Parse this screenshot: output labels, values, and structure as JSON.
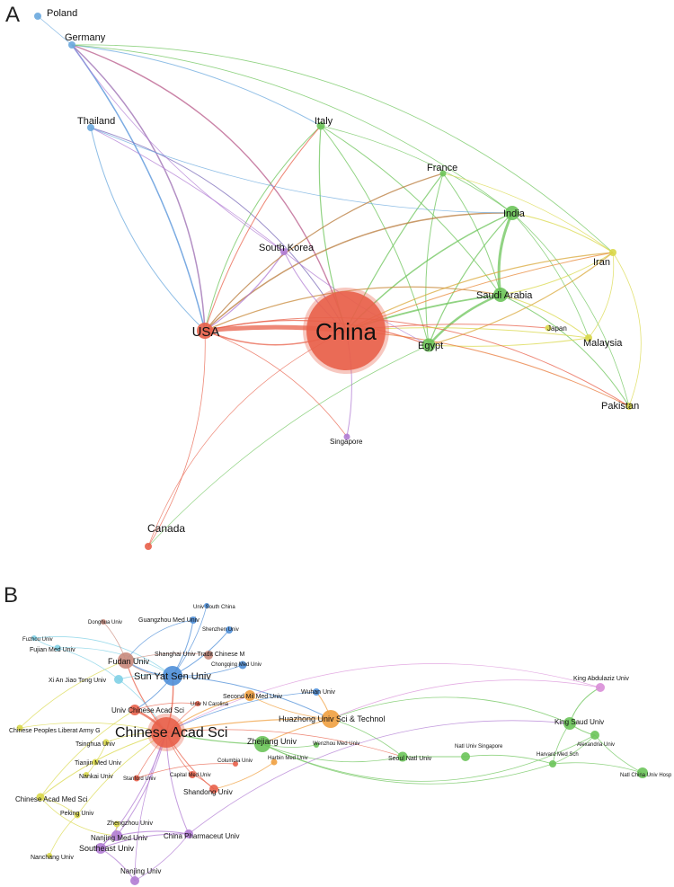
{
  "panels": [
    {
      "letter": "A",
      "nodes": [
        {
          "id": "china",
          "label": "China",
          "color": "#e8604a",
          "weight": 10
        },
        {
          "id": "usa",
          "label": "USA",
          "color": "#e8604a",
          "weight": 4
        },
        {
          "id": "canada",
          "label": "Canada",
          "color": "#e8604a",
          "weight": 1
        },
        {
          "id": "south_korea",
          "label": "South Korea",
          "color": "#b07bd3",
          "weight": 1.5
        },
        {
          "id": "singapore",
          "label": "Singapore",
          "color": "#b07bd3",
          "weight": 1
        },
        {
          "id": "germany",
          "label": "Germany",
          "color": "#6aa8de",
          "weight": 1.2
        },
        {
          "id": "poland",
          "label": "Poland",
          "color": "#6aa8de",
          "weight": 1
        },
        {
          "id": "thailand",
          "label": "Thailand",
          "color": "#6aa8de",
          "weight": 1
        },
        {
          "id": "italy",
          "label": "Italy",
          "color": "#6cc45a",
          "weight": 1.2
        },
        {
          "id": "france",
          "label": "France",
          "color": "#6cc45a",
          "weight": 1
        },
        {
          "id": "india",
          "label": "India",
          "color": "#6cc45a",
          "weight": 2.2
        },
        {
          "id": "saudi",
          "label": "Saudi Arabia",
          "color": "#6cc45a",
          "weight": 2.2
        },
        {
          "id": "egypt",
          "label": "Egypt",
          "color": "#6cc45a",
          "weight": 2
        },
        {
          "id": "iran",
          "label": "Iran",
          "color": "#d9d84a",
          "weight": 1.2
        },
        {
          "id": "japan",
          "label": "Japan",
          "color": "#d9d84a",
          "weight": 1
        },
        {
          "id": "malaysia",
          "label": "Malaysia",
          "color": "#d9d84a",
          "weight": 1
        },
        {
          "id": "pakistan",
          "label": "Pakistan",
          "color": "#d9d84a",
          "weight": 1.2
        }
      ]
    },
    {
      "letter": "B",
      "nodes": [
        {
          "id": "cas",
          "label": "Chinese Acad Sci",
          "color": "#e8604a",
          "weight": 6
        },
        {
          "id": "ucas",
          "label": "Univ Chinese Acad Sci",
          "color": "#e8604a",
          "weight": 2
        },
        {
          "id": "sysu",
          "label": "Sun Yat Sen Univ",
          "color": "#4f8fd8",
          "weight": 3.5
        },
        {
          "id": "fudan",
          "label": "Fudan Univ",
          "color": "#c98a7c",
          "weight": 2.5
        },
        {
          "id": "hust",
          "label": "Huazhong Univ Sci & Technol",
          "color": "#f0a040",
          "weight": 3
        },
        {
          "id": "zju",
          "label": "Zhejiang Univ",
          "color": "#6cc45a",
          "weight": 2.8
        },
        {
          "id": "shandong",
          "label": "Shandong Univ",
          "color": "#e8604a",
          "weight": 1.6
        },
        {
          "id": "cpu",
          "label": "China Pharmaceut Univ",
          "color": "#b07bd3",
          "weight": 1.6
        },
        {
          "id": "njmu",
          "label": "Nanjing Med Univ",
          "color": "#b07bd3",
          "weight": 1.8
        },
        {
          "id": "seu",
          "label": "Southeast Univ",
          "color": "#b07bd3",
          "weight": 2
        },
        {
          "id": "nju",
          "label": "Nanjing Univ",
          "color": "#b07bd3",
          "weight": 1.8
        },
        {
          "id": "zzu",
          "label": "Zhengzhou Univ",
          "color": "#d9d84a",
          "weight": 1.2
        },
        {
          "id": "pku",
          "label": "Peking Univ",
          "color": "#d9d84a",
          "weight": 1.2
        },
        {
          "id": "nanchang",
          "label": "Nanchang Univ",
          "color": "#d9d84a",
          "weight": 1
        },
        {
          "id": "camsci",
          "label": "Chinese Acad Med Sci",
          "color": "#d9d84a",
          "weight": 1.4
        },
        {
          "id": "nankai",
          "label": "Nankai Univ",
          "color": "#d9d84a",
          "weight": 1
        },
        {
          "id": "tjmu",
          "label": "Tianjin Med Univ",
          "color": "#d9d84a",
          "weight": 1.2
        },
        {
          "id": "tsinghua",
          "label": "Tsinghua Univ",
          "color": "#d9d84a",
          "weight": 1.2
        },
        {
          "id": "pla",
          "label": "Chinese Peoples Liberat Army G",
          "color": "#d9d84a",
          "weight": 1.2
        },
        {
          "id": "xjtu",
          "label": "Xi An Jiao Tong Univ",
          "color": "#7fd0e6",
          "weight": 1.4
        },
        {
          "id": "fjmu",
          "label": "Fujian Med Univ",
          "color": "#7fd0e6",
          "weight": 1.1
        },
        {
          "id": "fuzhou",
          "label": "Fuzhou Univ",
          "color": "#7fd0e6",
          "weight": 1
        },
        {
          "id": "donghua",
          "label": "Donghua Univ",
          "color": "#c98a7c",
          "weight": 1
        },
        {
          "id": "gzmu",
          "label": "Guangzhou Med Univ",
          "color": "#4f8fd8",
          "weight": 1.3
        },
        {
          "id": "usc",
          "label": "Univ South China",
          "color": "#4f8fd8",
          "weight": 1
        },
        {
          "id": "szu",
          "label": "Shenzhen Univ",
          "color": "#4f8fd8",
          "weight": 1.2
        },
        {
          "id": "shutcm",
          "label": "Shanghai Univ Tradit Chinese M",
          "color": "#c98a7c",
          "weight": 1.3
        },
        {
          "id": "cqmu",
          "label": "Chongqing Med Univ",
          "color": "#4f8fd8",
          "weight": 1.2
        },
        {
          "id": "smmu",
          "label": "Second Mil Med Univ",
          "color": "#f0a040",
          "weight": 1.5
        },
        {
          "id": "unc",
          "label": "Univ N Carolina",
          "color": "#e8604a",
          "weight": 1
        },
        {
          "id": "whu",
          "label": "Wuhan Univ",
          "color": "#4f8fd8",
          "weight": 1.3
        },
        {
          "id": "wzmu",
          "label": "Wenzhou Med Univ",
          "color": "#6cc45a",
          "weight": 1
        },
        {
          "id": "hrbmu",
          "label": "Harbin Med Univ",
          "color": "#f0a040",
          "weight": 1.2
        },
        {
          "id": "columbia",
          "label": "Columbia Univ",
          "color": "#e8604a",
          "weight": 1
        },
        {
          "id": "cmu",
          "label": "Capital Med Univ",
          "color": "#e8604a",
          "weight": 1.3
        },
        {
          "id": "stanford",
          "label": "Stanford Univ",
          "color": "#e8604a",
          "weight": 1
        },
        {
          "id": "snu",
          "label": "Seoul Natl Univ",
          "color": "#6cc45a",
          "weight": 1.4
        },
        {
          "id": "nus",
          "label": "Natl Univ Singapore",
          "color": "#6cc45a",
          "weight": 1.3
        },
        {
          "id": "harvard",
          "label": "Harvard Med Sch",
          "color": "#6cc45a",
          "weight": 1.2
        },
        {
          "id": "alex",
          "label": "Alexandria Univ",
          "color": "#6cc45a",
          "weight": 1.3
        },
        {
          "id": "ksu",
          "label": "King Saud Univ",
          "color": "#6cc45a",
          "weight": 2
        },
        {
          "id": "kau",
          "label": "King Abdulaziz Univ",
          "color": "#d98ed8",
          "weight": 1.5
        },
        {
          "id": "ncmu",
          "label": "Natl China Univ Hosp",
          "color": "#6cc45a",
          "weight": 1.5
        }
      ]
    }
  ]
}
